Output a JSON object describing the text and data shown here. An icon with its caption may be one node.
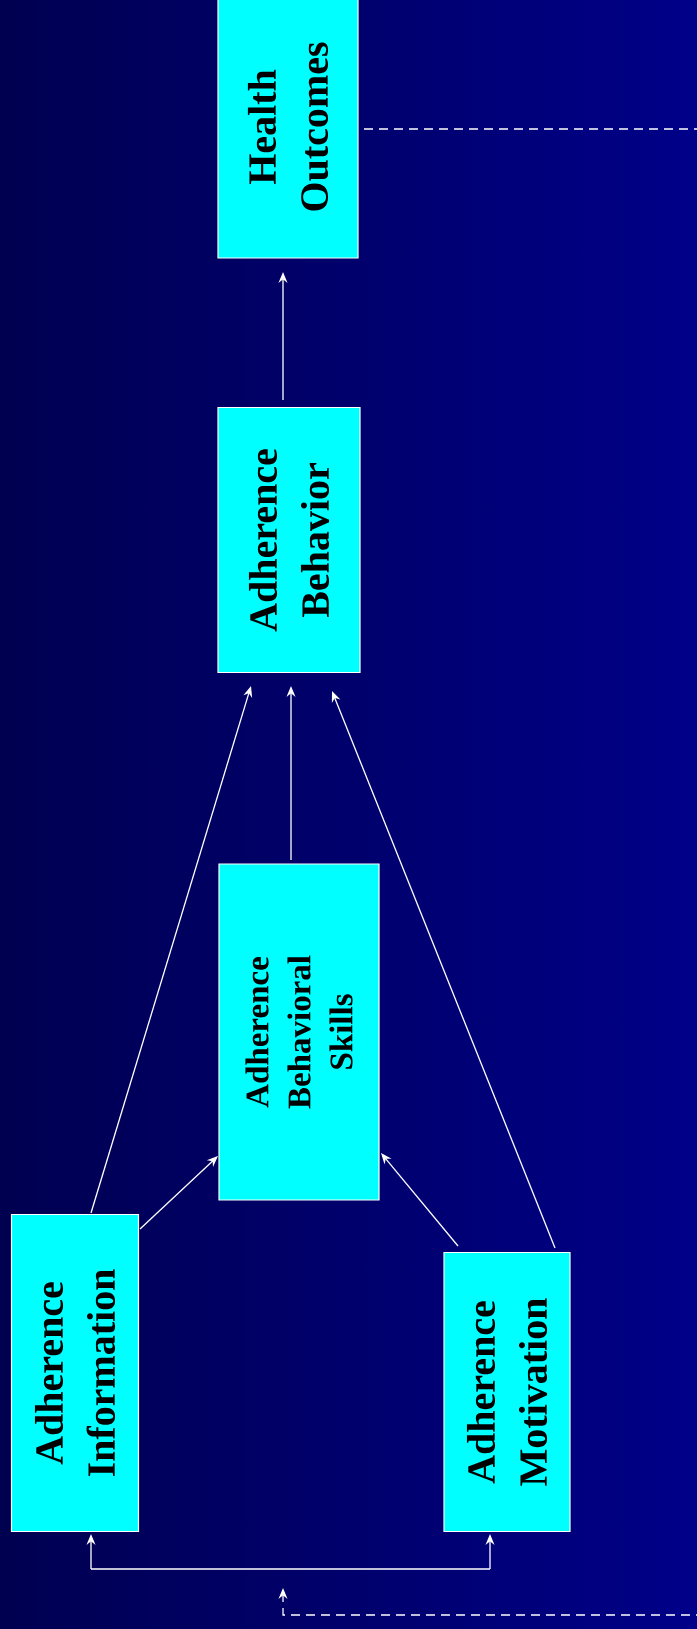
{
  "diagram": {
    "nodes": [
      {
        "text": [
          "Health Outcomes"
        ]
      },
      {
        "text": [
          "Adherence Behavior"
        ]
      },
      {
        "text": [
          "Adherence Behavioral Skills"
        ]
      },
      {
        "text": [
          "Adherence Information"
        ]
      },
      {
        "text": [
          "Adherence Motivation"
        ]
      },
      {
        "text": [],
        "shape": "bar"
      }
    ],
    "edges": [
      {
        "from": 1,
        "to": 0,
        "arrow": "to"
      },
      {
        "from": 3,
        "to": 1,
        "arrow": "to"
      },
      {
        "from": 2,
        "to": 1,
        "arrow": "to"
      },
      {
        "from": 4,
        "to": 1,
        "arrow": "to"
      },
      {
        "from": 3,
        "to": 2,
        "arrow": "to"
      },
      {
        "from": 4,
        "to": 2,
        "arrow": "to"
      },
      {
        "from": 0,
        "to": 5,
        "arrow": "to",
        "style": "dashed"
      },
      {
        "from": 5,
        "to": 3,
        "arrow": "to"
      },
      {
        "from": 5,
        "to": 4,
        "arrow": "to"
      }
    ]
  }
}
